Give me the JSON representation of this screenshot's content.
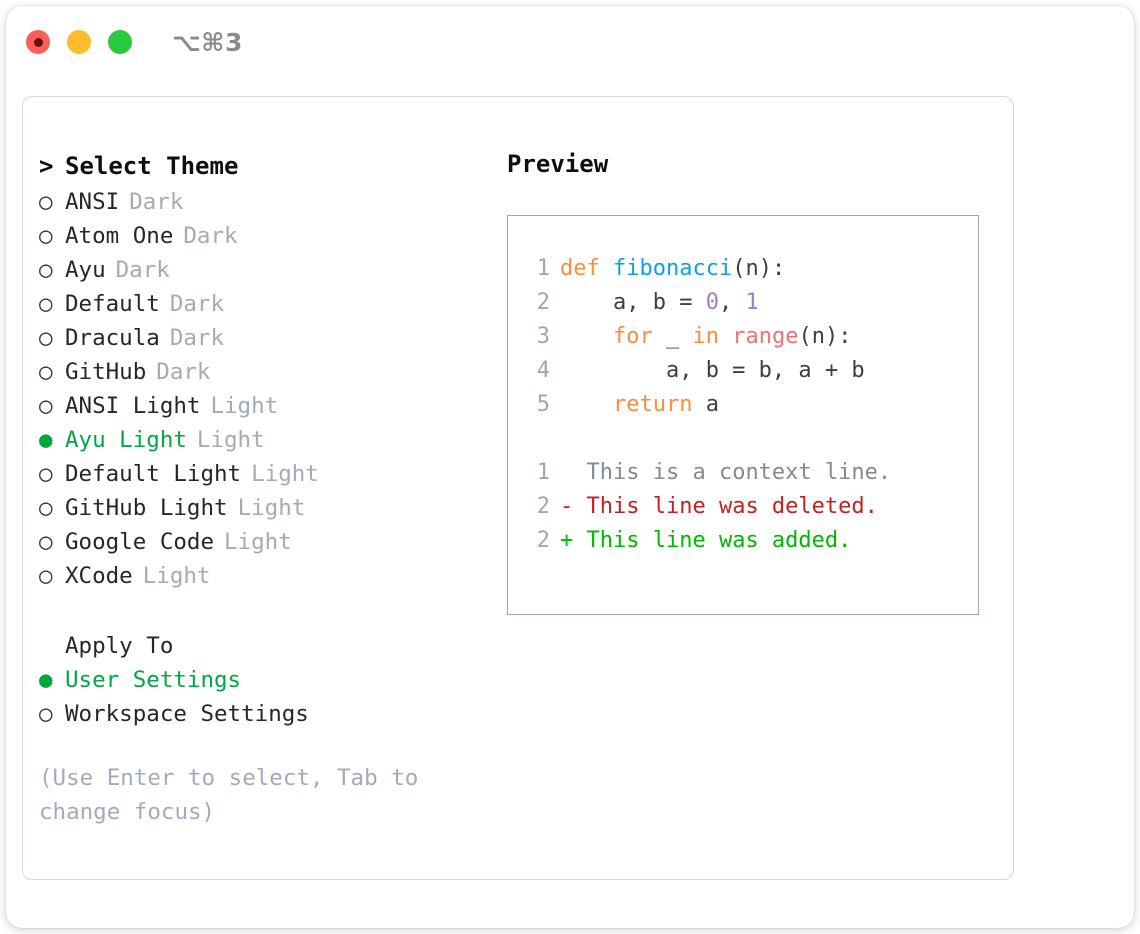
{
  "titlebar": {
    "shortcut": "⌥⌘3",
    "lights": [
      {
        "name": "close",
        "color": "#fc6058"
      },
      {
        "name": "minimize",
        "color": "#fdbc2c"
      },
      {
        "name": "maximize",
        "color": "#2aca3e"
      }
    ]
  },
  "theme_picker": {
    "heading": "Select Theme",
    "caret": ">",
    "bullet_unselected": "○",
    "bullet_selected": "●",
    "items": [
      {
        "label": "ANSI",
        "variant": "Dark",
        "selected": false
      },
      {
        "label": "Atom One",
        "variant": "Dark",
        "selected": false
      },
      {
        "label": "Ayu",
        "variant": "Dark",
        "selected": false
      },
      {
        "label": "Default",
        "variant": "Dark",
        "selected": false
      },
      {
        "label": "Dracula",
        "variant": "Dark",
        "selected": false
      },
      {
        "label": "GitHub",
        "variant": "Dark",
        "selected": false
      },
      {
        "label": "ANSI Light",
        "variant": "Light",
        "selected": false
      },
      {
        "label": "Ayu Light",
        "variant": "Light",
        "selected": true
      },
      {
        "label": "Default Light",
        "variant": "Light",
        "selected": false
      },
      {
        "label": "GitHub Light",
        "variant": "Light",
        "selected": false
      },
      {
        "label": "Google Code",
        "variant": "Light",
        "selected": false
      },
      {
        "label": "XCode",
        "variant": "Light",
        "selected": false
      }
    ]
  },
  "apply_to": {
    "heading": "Apply To",
    "items": [
      {
        "label": "User Settings",
        "selected": true
      },
      {
        "label": "Workspace Settings",
        "selected": false
      }
    ]
  },
  "hint": "(Use Enter to select, Tab to change focus)",
  "preview": {
    "title": "Preview",
    "code_lines": [
      {
        "number": "1",
        "tokens": [
          {
            "text": "def ",
            "type": "keyword"
          },
          {
            "text": "fibonacci",
            "type": "function"
          },
          {
            "text": "(n):",
            "type": "plain"
          }
        ]
      },
      {
        "number": "2",
        "tokens": [
          {
            "text": "    a, b = ",
            "type": "plain"
          },
          {
            "text": "0",
            "type": "number"
          },
          {
            "text": ", ",
            "type": "plain"
          },
          {
            "text": "1",
            "type": "number"
          }
        ]
      },
      {
        "number": "3",
        "tokens": [
          {
            "text": "    ",
            "type": "plain"
          },
          {
            "text": "for",
            "type": "keyword"
          },
          {
            "text": " _ ",
            "type": "plain"
          },
          {
            "text": "in",
            "type": "keyword"
          },
          {
            "text": " ",
            "type": "plain"
          },
          {
            "text": "range",
            "type": "builtin"
          },
          {
            "text": "(n):",
            "type": "plain"
          }
        ]
      },
      {
        "number": "4",
        "tokens": [
          {
            "text": "        a, b = b, a + b",
            "type": "plain"
          }
        ]
      },
      {
        "number": "5",
        "tokens": [
          {
            "text": "    ",
            "type": "plain"
          },
          {
            "text": "return",
            "type": "keyword"
          },
          {
            "text": " a",
            "type": "plain"
          }
        ]
      }
    ],
    "diff_lines": [
      {
        "number": "1",
        "marker": "  ",
        "text": "This is a context line.",
        "type": "context"
      },
      {
        "number": "2",
        "marker": "- ",
        "text": "This line was deleted.",
        "type": "deleted"
      },
      {
        "number": "2",
        "marker": "+ ",
        "text": "This line was added.",
        "type": "added"
      }
    ]
  },
  "colors": {
    "accent_green": "#00a844",
    "muted": "#a4aab6",
    "keyword": "#fa8d3e",
    "function": "#129ef0",
    "number": "#a37acc",
    "builtin": "#f07171",
    "diff_deleted": "#c22121",
    "diff_added": "#00b800",
    "panel_border": "#d5d8de",
    "preview_border": "#9aa7b8"
  }
}
